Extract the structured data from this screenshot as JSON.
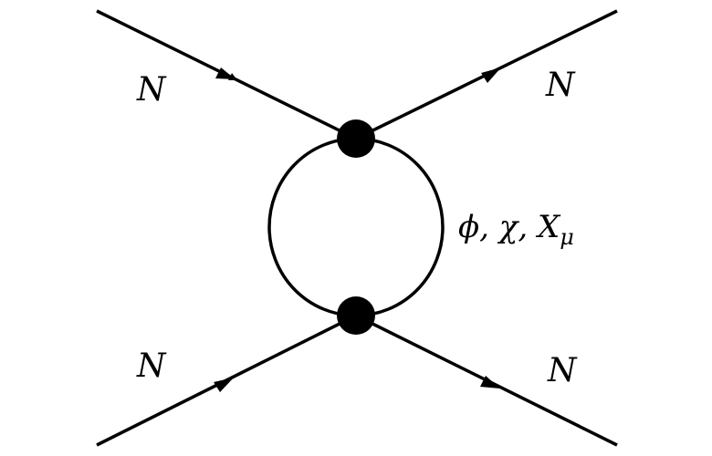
{
  "diagram": {
    "labels": {
      "top_left_particle": "N",
      "top_right_particle": "N",
      "bottom_left_particle": "N",
      "bottom_right_particle": "N",
      "loop_fields": "ϕ, χ, X",
      "loop_fields_subscript": "μ"
    },
    "colors": {
      "line": "#000000",
      "vertex": "#000000",
      "background": "#ffffff"
    }
  }
}
